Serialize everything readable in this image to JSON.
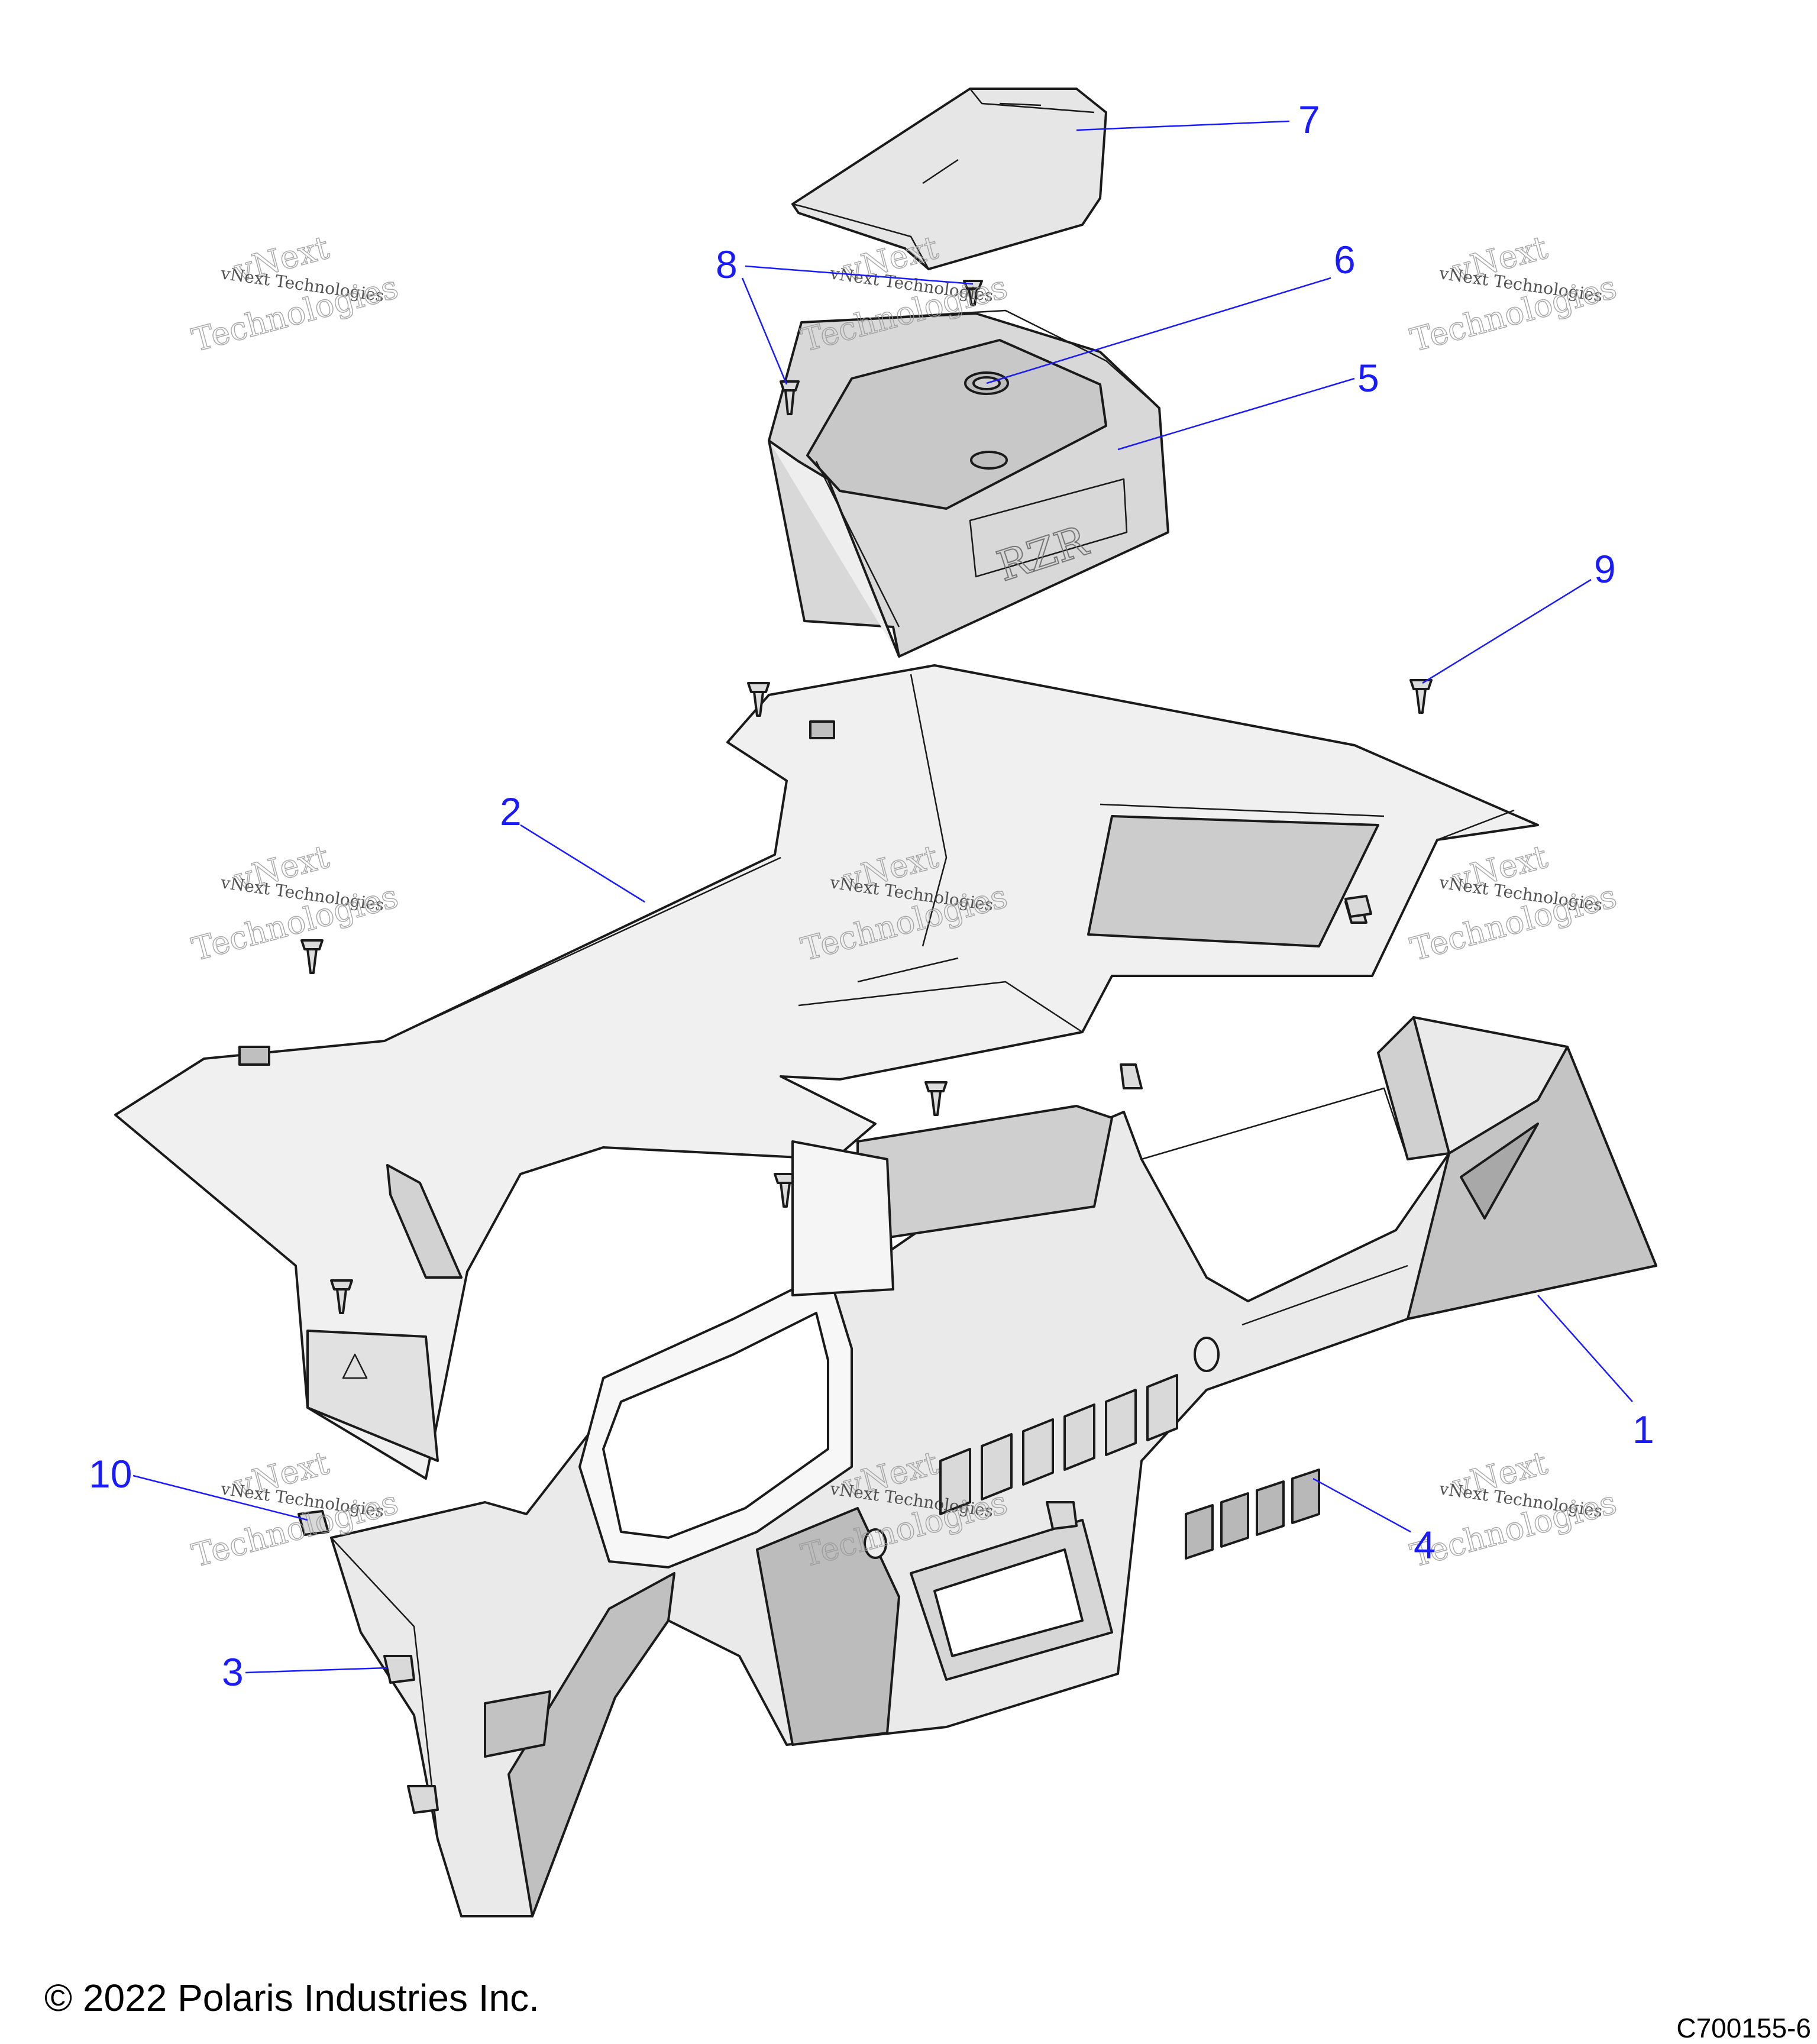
{
  "callouts": [
    {
      "id": "1",
      "label": "1"
    },
    {
      "id": "2",
      "label": "2"
    },
    {
      "id": "3",
      "label": "3"
    },
    {
      "id": "4",
      "label": "4"
    },
    {
      "id": "5",
      "label": "5"
    },
    {
      "id": "6",
      "label": "6"
    },
    {
      "id": "7",
      "label": "7"
    },
    {
      "id": "8",
      "label": "8"
    },
    {
      "id": "9",
      "label": "9"
    },
    {
      "id": "10",
      "label": "10"
    }
  ],
  "watermark": {
    "line1": "vNext Technologies",
    "line2": "vNext",
    "line3": "Technologies"
  },
  "footer": {
    "copyright": "© 2022 Polaris Industries Inc.",
    "drawing_number": "C700155-6"
  },
  "colors": {
    "callout": "#1a1aff",
    "part_fill_light": "#ececec",
    "part_fill_mid": "#d4d4d4",
    "part_fill_dark": "#bdbdbd",
    "outline": "#1a1a1a"
  }
}
